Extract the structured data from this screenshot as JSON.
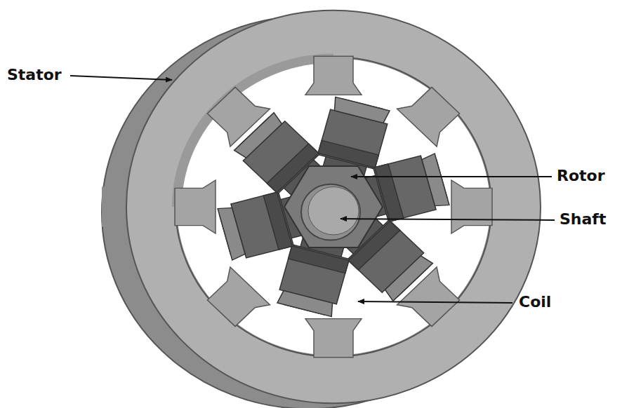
{
  "diagram": {
    "labels": [
      "Stator",
      "Rotor",
      "Shaft",
      "Coil"
    ]
  }
}
